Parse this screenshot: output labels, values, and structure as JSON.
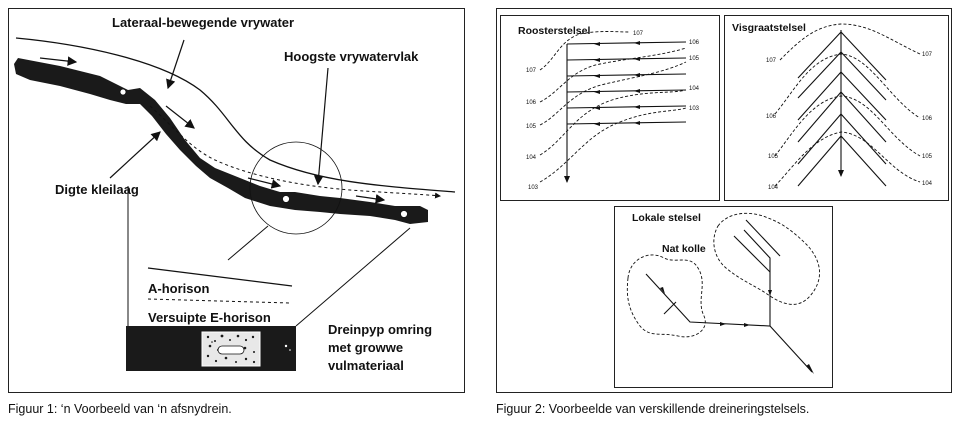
{
  "figure1": {
    "caption": "Figuur 1: ‘n Voorbeeld van ‘n afsnydrein.",
    "labels": {
      "lateral_water": "Lateraal-bewegende vrywater",
      "highest_water": "Hoogste vrywatervlak",
      "clay_layer": "Digte kleilaag",
      "a_horizon": "A-horison",
      "e_horizon": "Versuipte E-horison",
      "drain_line1": "Dreinpyp omring",
      "drain_line2": "met growwe",
      "drain_line3": "vulmateriaal"
    }
  },
  "figure2": {
    "caption": "Figuur 2: Voorbeelde van verskillende dreineringstelsels.",
    "grid": {
      "title": "Roosterstelsel",
      "contours": [
        "107",
        "107",
        "106",
        "105",
        "104",
        "103",
        "106",
        "105",
        "104",
        "103"
      ]
    },
    "herringbone": {
      "title": "Visgraatstelsel",
      "contours": [
        "107",
        "107",
        "106",
        "106",
        "105",
        "105",
        "104",
        "104"
      ]
    },
    "local": {
      "title": "Lokale stelsel",
      "wet_spots": "Nat kolle"
    }
  }
}
